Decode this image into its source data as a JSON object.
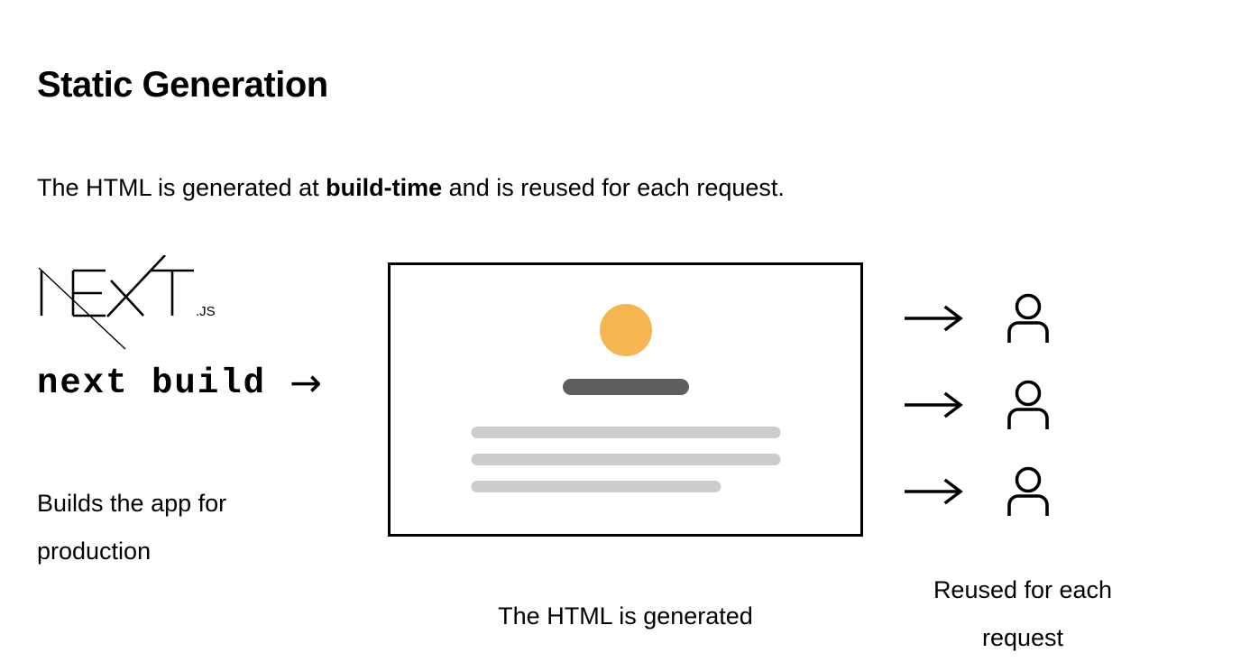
{
  "heading": {
    "title": "Static Generation",
    "subtitle_before": "The HTML is generated at ",
    "subtitle_emphasis": "build-time",
    "subtitle_after": " and is reused for each request."
  },
  "left_column": {
    "logo_name": "nextjs-logo",
    "logo_wordmark": "NEXT",
    "logo_suffix": ".JS",
    "command": "next build",
    "command_arrow": "→",
    "caption": "Builds the app for production"
  },
  "mock_page": {
    "caption": "The HTML is generated",
    "elements": {
      "avatar_circle": "orange-circle",
      "title_bar": "dark-gray-bar",
      "text_lines": [
        "full",
        "full",
        "short"
      ]
    }
  },
  "requests": {
    "rows": [
      {
        "arrow": "→",
        "icon": "user-icon"
      },
      {
        "arrow": "→",
        "icon": "user-icon"
      },
      {
        "arrow": "→",
        "icon": "user-icon"
      }
    ],
    "caption": "Reused for each request"
  },
  "colors": {
    "background": "#ffffff",
    "foreground": "#000000",
    "accent_orange": "#F5B651",
    "bar_dark_gray": "#605F5F",
    "bar_light_gray": "#CCCCCC"
  }
}
